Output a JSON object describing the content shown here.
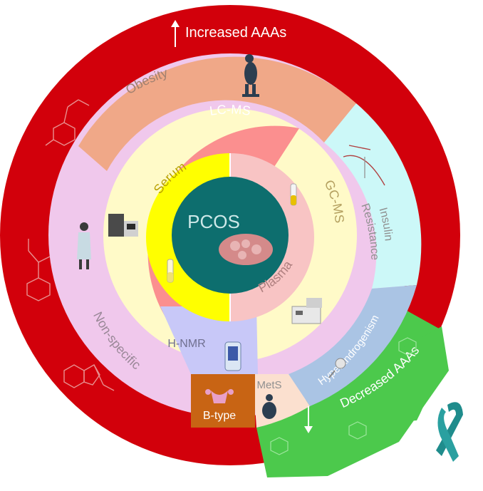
{
  "center": {
    "label": "PCOS"
  },
  "inner_ring": {
    "serum": "Serum",
    "plasma": "Plasma"
  },
  "method_ring": {
    "lcms": "LC-MS",
    "gcms": "GC-MS",
    "hnmr": "H-NMR"
  },
  "condition_ring": {
    "obesity": "Obesity",
    "insulin_line1": "Insulin",
    "insulin_line2": "Resistance",
    "hyperandrogenism": "Hyperandrogenism",
    "mets": "MetS",
    "btype": "B-type",
    "nonspecific": "Non-specific"
  },
  "outer_ring": {
    "increased": "Increased AAAs",
    "decreased": "Decreased AAAs"
  },
  "colors": {
    "outer_red": "#d2000b",
    "outer_green": "#4cc94c",
    "obesity": "#f0a888",
    "insulin": "#ccf8f8",
    "hyperandrogenism": "#aac4e4",
    "mets": "#fbe0cf",
    "btype": "#c86414",
    "nonspecific": "#f0c8ec",
    "lcms": "#fb8f8f",
    "gcms": "#fffac8",
    "hnmr": "#c8c8f8",
    "serum": "#ffff00",
    "plasma": "#f8c4c4",
    "center": "#0d6e6e",
    "ribbon": "#1f8c8c"
  }
}
